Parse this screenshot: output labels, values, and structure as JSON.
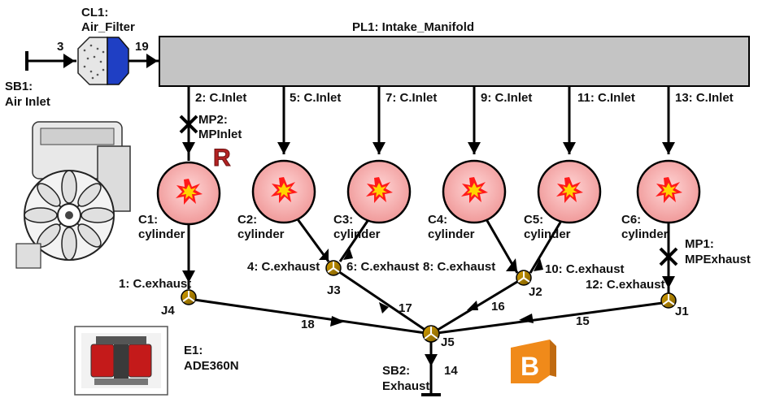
{
  "air_inlet": {
    "id": "SB1:",
    "name": "Air Inlet"
  },
  "air_filter": {
    "id": "CL1:",
    "name": "Air_Filter"
  },
  "manifold": {
    "label": "PL1: Intake_Manifold"
  },
  "pipe_labels": {
    "p3": "3",
    "p19": "19",
    "p14": "14",
    "p15": "15",
    "p16": "16",
    "p17": "17",
    "p18": "18"
  },
  "inlets": [
    "2: C.Inlet",
    "5: C.Inlet",
    "7: C.Inlet",
    "9: C.Inlet",
    "11: C.Inlet",
    "13: C.Inlet"
  ],
  "cylinders": [
    {
      "id": "C1:",
      "name": "cylinder"
    },
    {
      "id": "C2:",
      "name": "cylinder"
    },
    {
      "id": "C3:",
      "name": "cylinder"
    },
    {
      "id": "C4:",
      "name": "cylinder"
    },
    {
      "id": "C5:",
      "name": "cylinder"
    },
    {
      "id": "C6:",
      "name": "cylinder"
    }
  ],
  "mp_inlet": {
    "id": "MP2:",
    "name": "MPInlet"
  },
  "mp_exhaust": {
    "id": "MP1:",
    "name": "MPExhaust"
  },
  "exhausts": [
    "1: C.exhaust",
    "4: C.exhaust",
    "6: C.exhaust",
    "8: C.exhaust",
    "10: C.exhaust",
    "12: C.exhaust"
  ],
  "junctions": [
    "J4",
    "J3",
    "J2",
    "J1",
    "J5"
  ],
  "engine": {
    "id": "E1:",
    "name": "ADE360N"
  },
  "exhaust_outlet": {
    "id": "SB2:",
    "name": "Exhaust"
  },
  "markers": {
    "r": "R",
    "b": "B"
  },
  "colors": {
    "manifold": "#c4c4c4",
    "cylinder": "#f2a6a6",
    "filter_blue": "#1f3fc4",
    "r_red": "#b22222",
    "b_orange": "#f08a1a"
  }
}
